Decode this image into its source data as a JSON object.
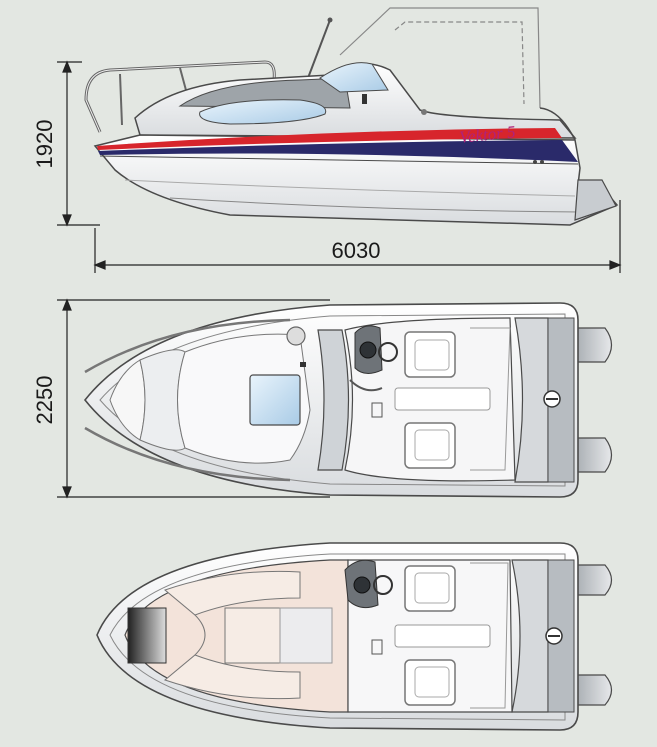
{
  "dimensions": {
    "height_label": "1920",
    "length_label": "6030",
    "beam_label": "2250"
  },
  "hull_name": "Vektor 5",
  "colors": {
    "background": "#e3e7e2",
    "hull": "#f4f5f6",
    "outline": "#4a4a4a",
    "glass": "#cfe4f5",
    "stripe_red": "#d7252c",
    "stripe_navy": "#2a2a6a",
    "cushion": "#f3e3da",
    "seat": "#9aa0a6"
  }
}
